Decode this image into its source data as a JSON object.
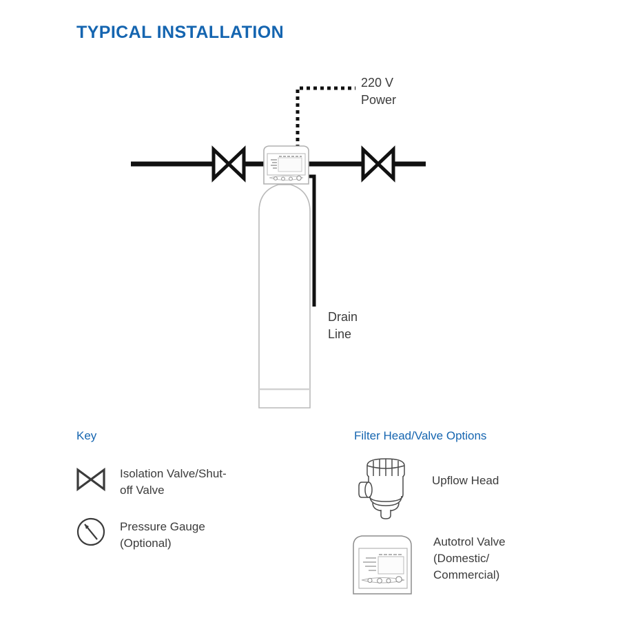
{
  "title": "TYPICAL INSTALLATION",
  "colors": {
    "accent_blue": "#1565b0",
    "text_dark": "#3b3b3b",
    "pipe_black": "#111111",
    "outline_gray": "#9a9a9a"
  },
  "diagram": {
    "power_label": "220 V\nPower",
    "drain_label": "Drain\nLine",
    "components": {
      "control_valve": "control-valve-head",
      "pressure_tank": "filter-tank",
      "inlet_valve": "isolation-valve-inlet",
      "outlet_valve": "isolation-valve-outlet",
      "power_cord": "dotted-power-cord",
      "drain_line": "drain-line-pipe",
      "supply_pipe": "main-water-pipe"
    }
  },
  "key": {
    "heading": "Key",
    "items": [
      {
        "icon": "isolation-valve-icon",
        "label": "Isolation Valve/Shut-\noff Valve"
      },
      {
        "icon": "pressure-gauge-icon",
        "label": "Pressure Gauge\n(Optional)"
      }
    ]
  },
  "options": {
    "heading": "Filter Head/Valve Options",
    "items": [
      {
        "icon": "upflow-head-icon",
        "label": "Upflow Head"
      },
      {
        "icon": "autotrol-valve-icon",
        "label": "Autotrol Valve\n(Domestic/\nCommercial)"
      }
    ]
  }
}
